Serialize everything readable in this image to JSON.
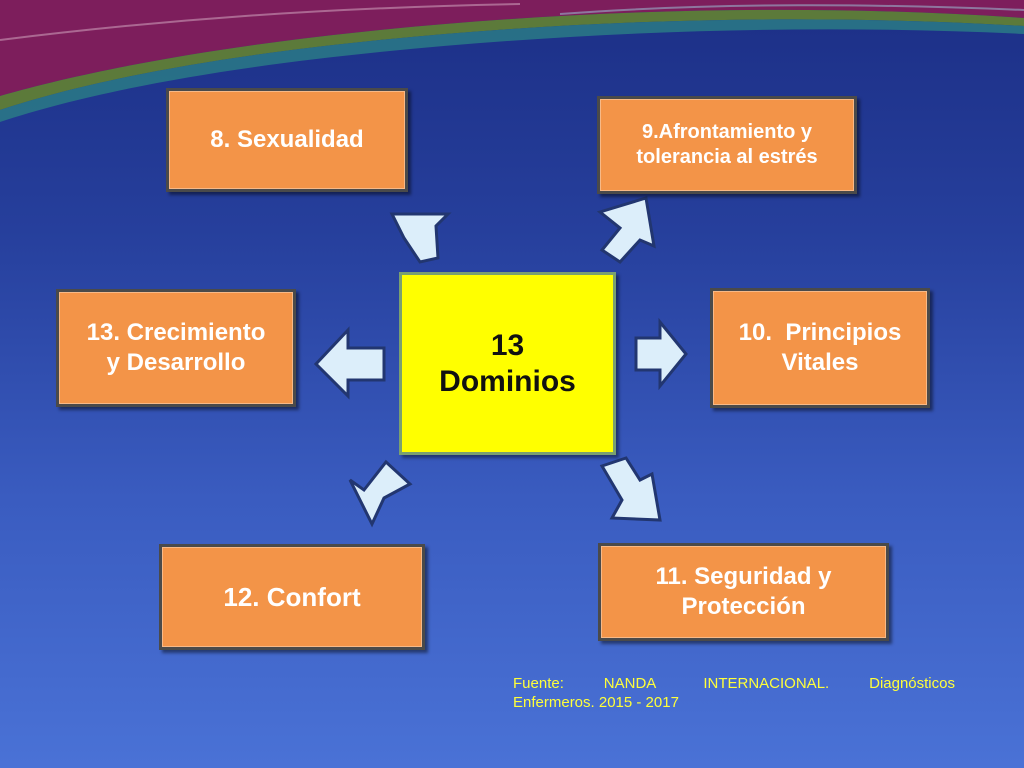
{
  "center": {
    "line1": "13",
    "line2": "Dominios"
  },
  "domains": {
    "d8": "8. Sexualidad",
    "d9_line1": "9.Afrontamiento y",
    "d9_line2": "tolerancia al estrés",
    "d10_line1": "10.  Principios",
    "d10_line2": "Vitales",
    "d11_line1": "11. Seguridad y",
    "d11_line2": "Protección",
    "d12": "12. Confort",
    "d13_line1": "13. Crecimiento",
    "d13_line2": "y Desarrollo"
  },
  "source": {
    "text": "Fuente:     NANDA      INTERNACIONAL.     Diagnósticos Enfermeros. 2015 - 2017"
  },
  "colors": {
    "background": "#2a45a3",
    "box_fill": "#f39448",
    "center_fill": "#ffff00",
    "arrow_fill": "#dceefa",
    "source_text": "#ffff3a"
  }
}
